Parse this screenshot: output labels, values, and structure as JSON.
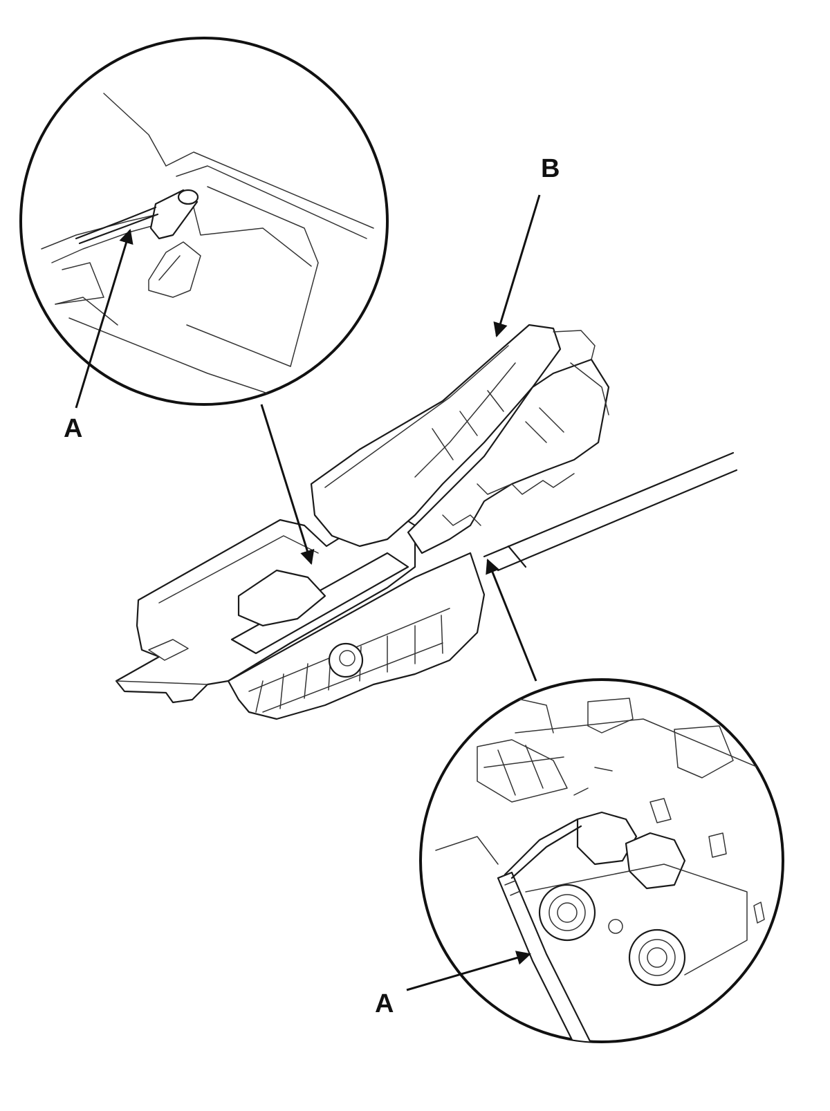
{
  "diagram": {
    "callouts": [
      {
        "id": "a-upper",
        "label": "A"
      },
      {
        "id": "b",
        "label": "B"
      },
      {
        "id": "a-lower",
        "label": "A"
      }
    ],
    "line_color": "#1a1a1a",
    "background": "#ffffff"
  }
}
